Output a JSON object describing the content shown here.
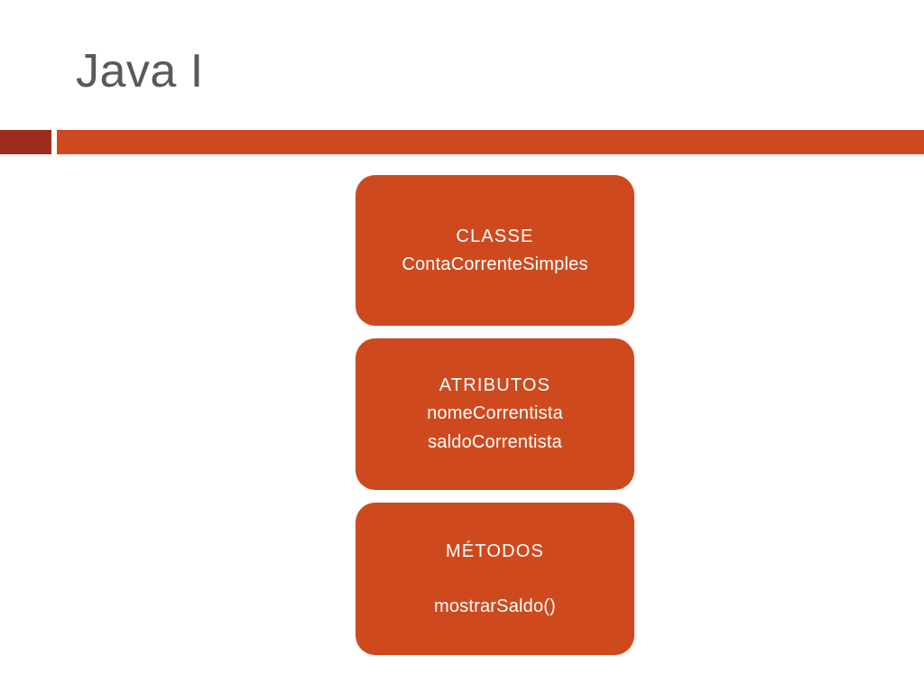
{
  "slide": {
    "title": "Java I",
    "title_color": "#595959",
    "background_color": "#FFFFFF"
  },
  "divider": {
    "left_color": "#9E2D1E",
    "right_color": "#CE4A1E"
  },
  "diagram": {
    "accent_color": "#CE4A1E",
    "text_color": "#FFFFFF",
    "boxes": [
      {
        "id": "classe",
        "heading": "CLASSE",
        "lines": [
          "ContaCorrenteSimples"
        ],
        "spacer_before_lines": false
      },
      {
        "id": "atributos",
        "heading": "ATRIBUTOS",
        "lines": [
          "nomeCorrentista",
          "saldoCorrentista"
        ],
        "spacer_before_lines": false
      },
      {
        "id": "metodos",
        "heading": "MÉTODOS",
        "lines": [
          "mostrarSaldo()"
        ],
        "spacer_before_lines": true
      }
    ]
  }
}
